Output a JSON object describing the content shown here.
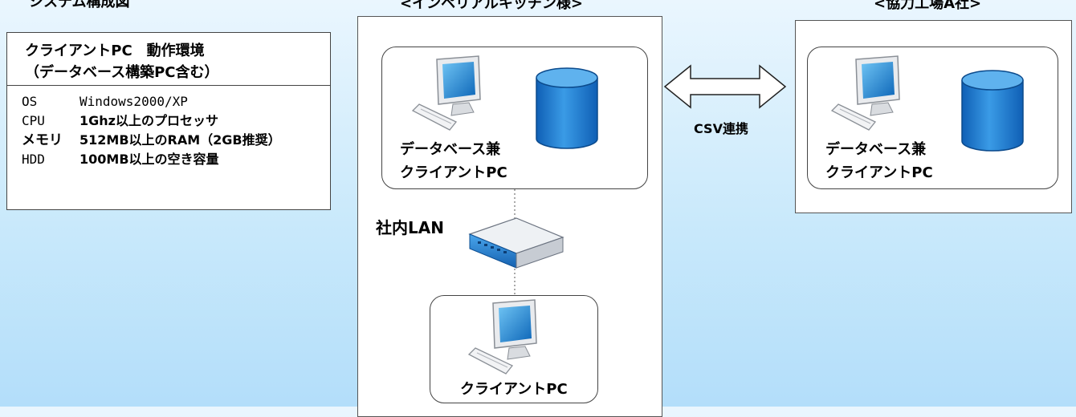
{
  "titles": {
    "left": "システム構成図",
    "center": "<インペリアルキッチン様>",
    "right": "<協力工場A社>"
  },
  "spec": {
    "heading_line1": "クライアントPC　動作環境",
    "heading_line2": "（データベース構築PC含む）",
    "rows": [
      {
        "key": "OS",
        "value": "Windows2000/XP"
      },
      {
        "key": "CPU",
        "value": "1Ghz以上のプロセッサ"
      },
      {
        "key": "メモリ",
        "value": "512MB以上のRAM（2GB推奨）"
      },
      {
        "key": "HDD",
        "value": "100MB以上の空き容量"
      }
    ]
  },
  "imperial": {
    "db_client_line1": "データベース兼",
    "db_client_line2": "クライアントPC",
    "lan_label": "社内LAN",
    "client_label": "クライアントPC"
  },
  "partner": {
    "db_client_line1": "データベース兼",
    "db_client_line2": "クライアントPC"
  },
  "link": {
    "label": "CSV連携"
  },
  "colors": {
    "cylinder": "#1a7fd4",
    "monitor_screen": "#1f8fd8",
    "router_body": "#1d76c8"
  }
}
